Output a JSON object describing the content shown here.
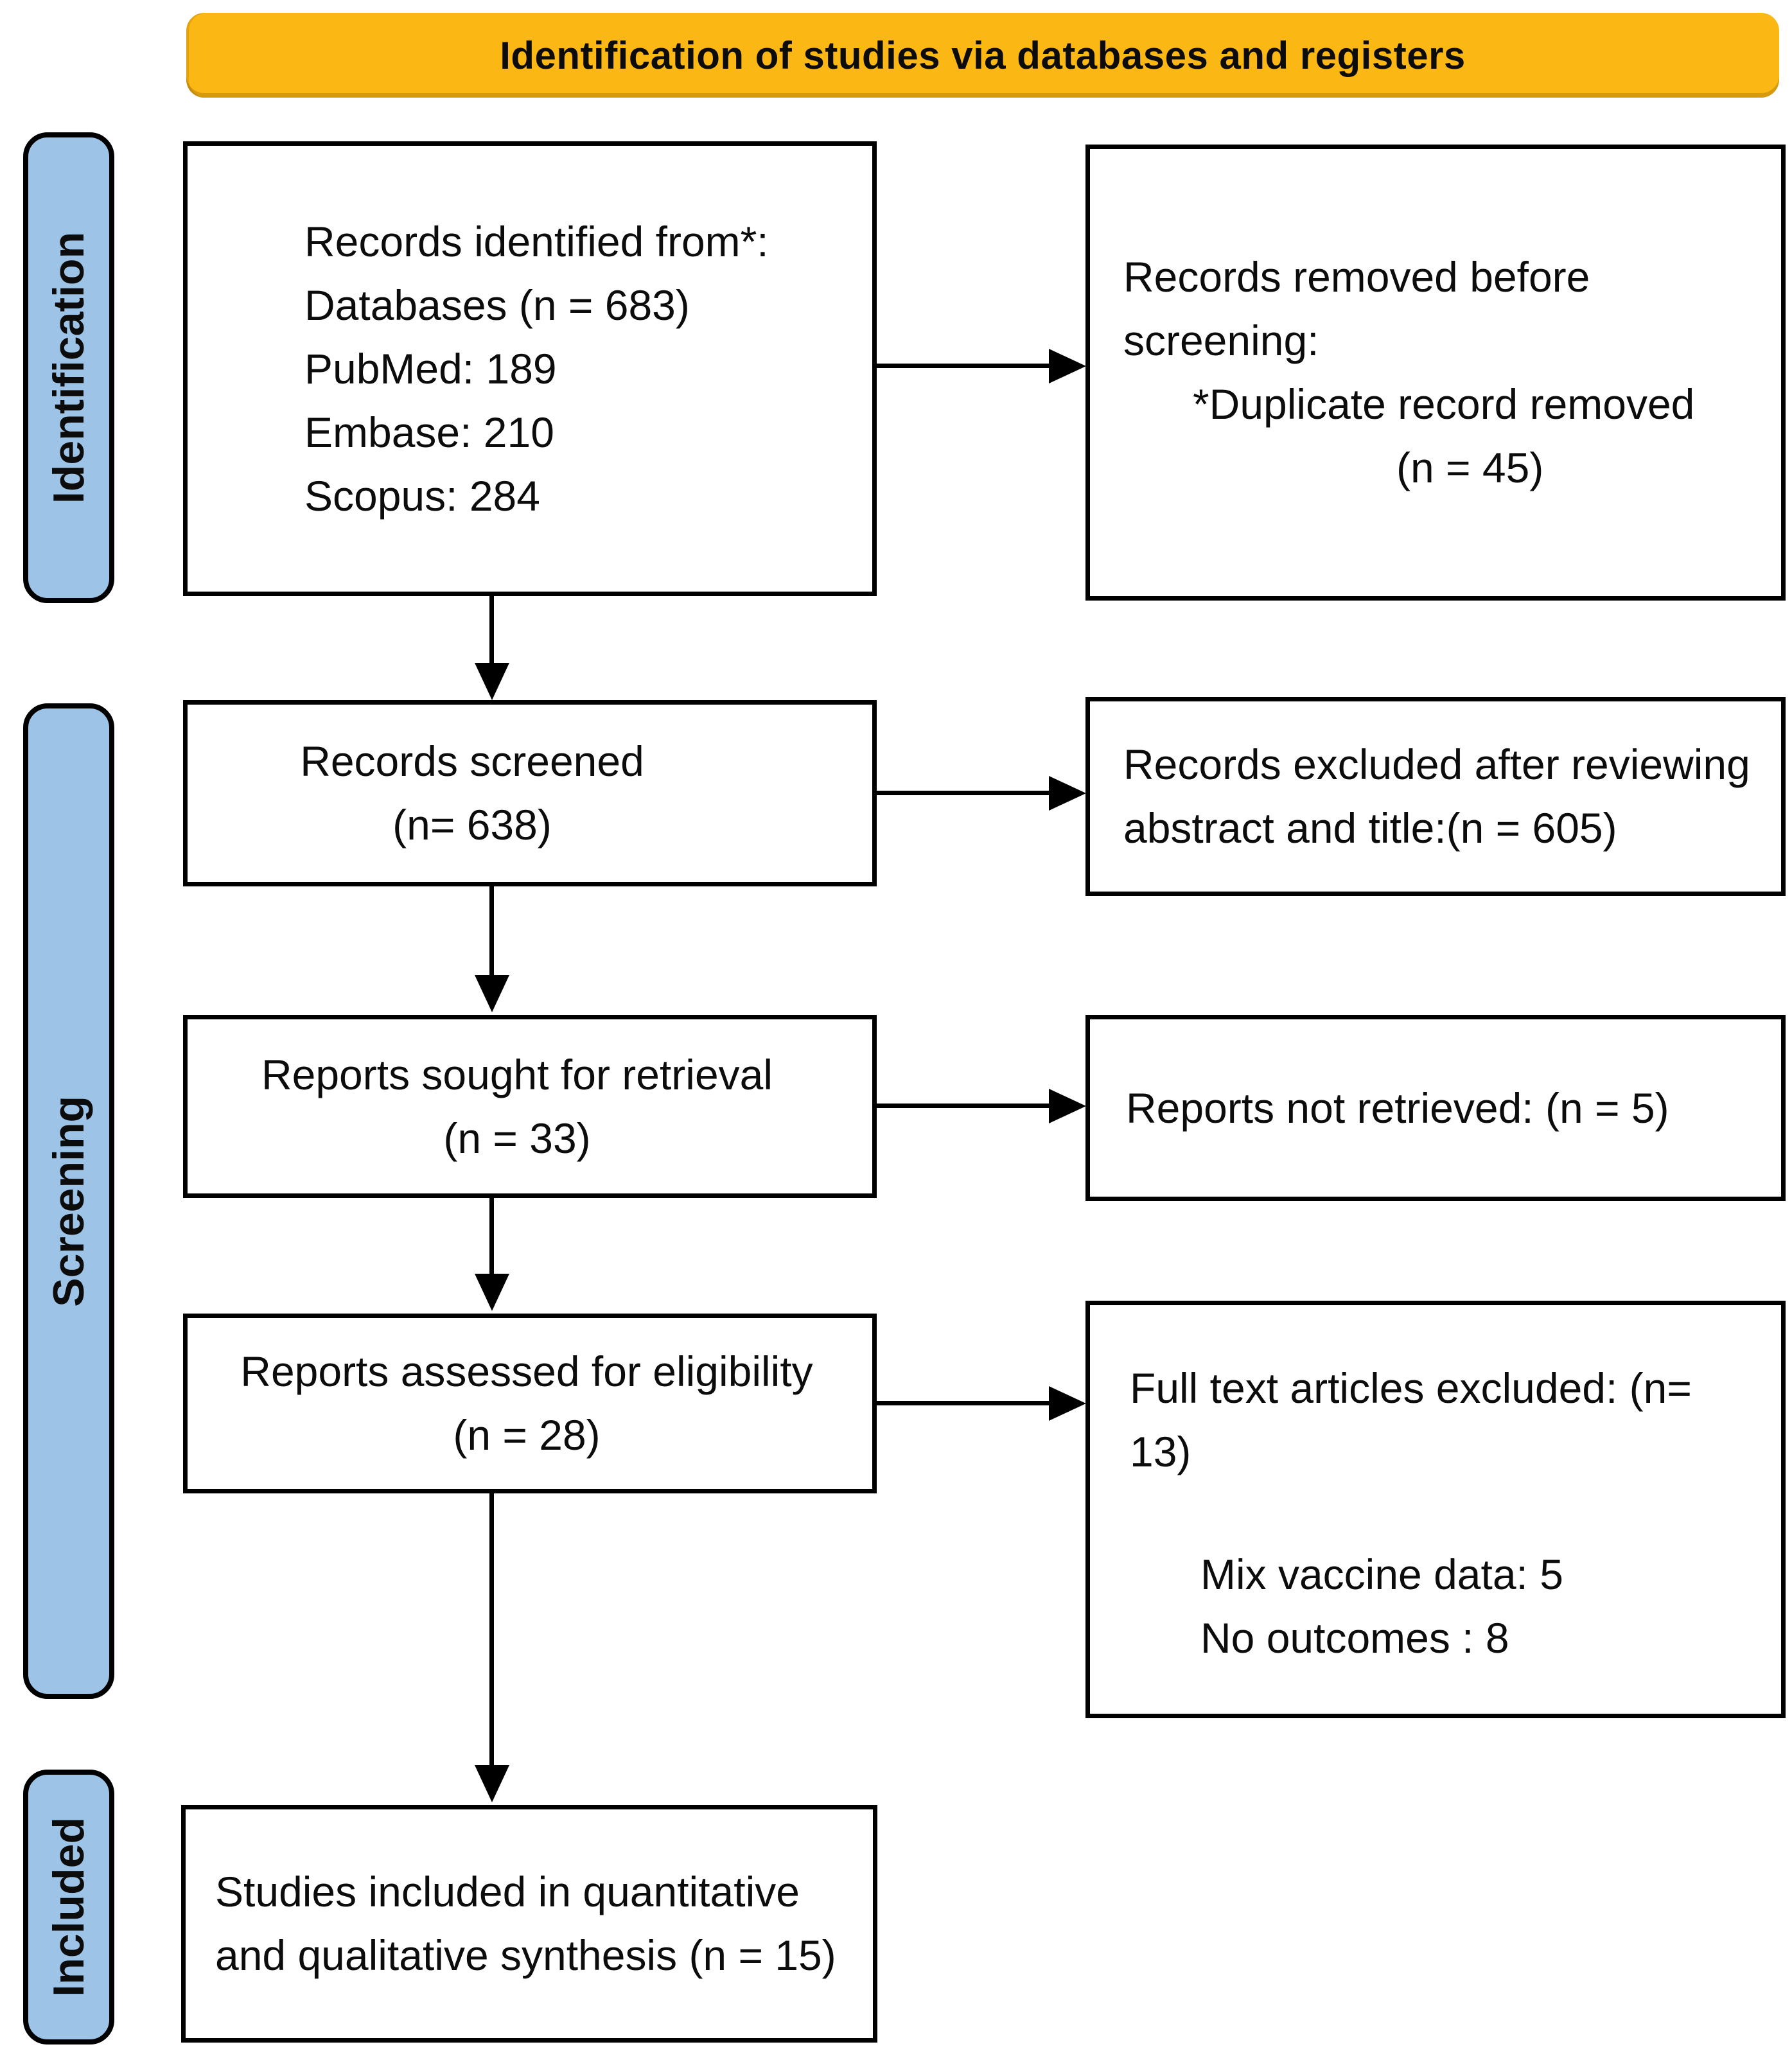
{
  "header": {
    "title": "Identification of studies via databases and registers"
  },
  "colors": {
    "banner_bg": "#FBB714",
    "stage_bg": "#9DC3E6",
    "line_color": "#000000"
  },
  "sidebar": {
    "stages": [
      {
        "label": "Identification"
      },
      {
        "label": "Screening"
      },
      {
        "label": "Included"
      }
    ]
  },
  "flow": {
    "records_identified": {
      "lines": [
        "Records identified from*:",
        "Databases (n = 683)",
        "PubMed: 189",
        "Embase: 210",
        "Scopus: 284"
      ]
    },
    "records_removed": {
      "lines": [
        "Records removed before",
        "screening:",
        "*Duplicate record removed",
        "(n = 45)"
      ]
    },
    "records_screened": {
      "lines": [
        "Records screened",
        "(n= 638)"
      ]
    },
    "records_excluded": {
      "lines": [
        "Records excluded after reviewing",
        "abstract and title:(n = 605)"
      ]
    },
    "reports_sought": {
      "lines": [
        "Reports sought for retrieval",
        "(n = 33)"
      ]
    },
    "reports_not_retrieved": {
      "lines": [
        "Reports not retrieved: (n = 5)"
      ]
    },
    "reports_assessed": {
      "lines": [
        "Reports assessed for eligibility",
        "(n = 28)"
      ]
    },
    "fulltext_excluded": {
      "lines": [
        "Full text articles excluded: (n=",
        "13)"
      ],
      "reasons": [
        "Mix vaccine data: 5",
        "No outcomes : 8"
      ]
    },
    "studies_included": {
      "lines": [
        "Studies included in quantitative",
        "and qualitative synthesis (n = 15)"
      ]
    }
  }
}
